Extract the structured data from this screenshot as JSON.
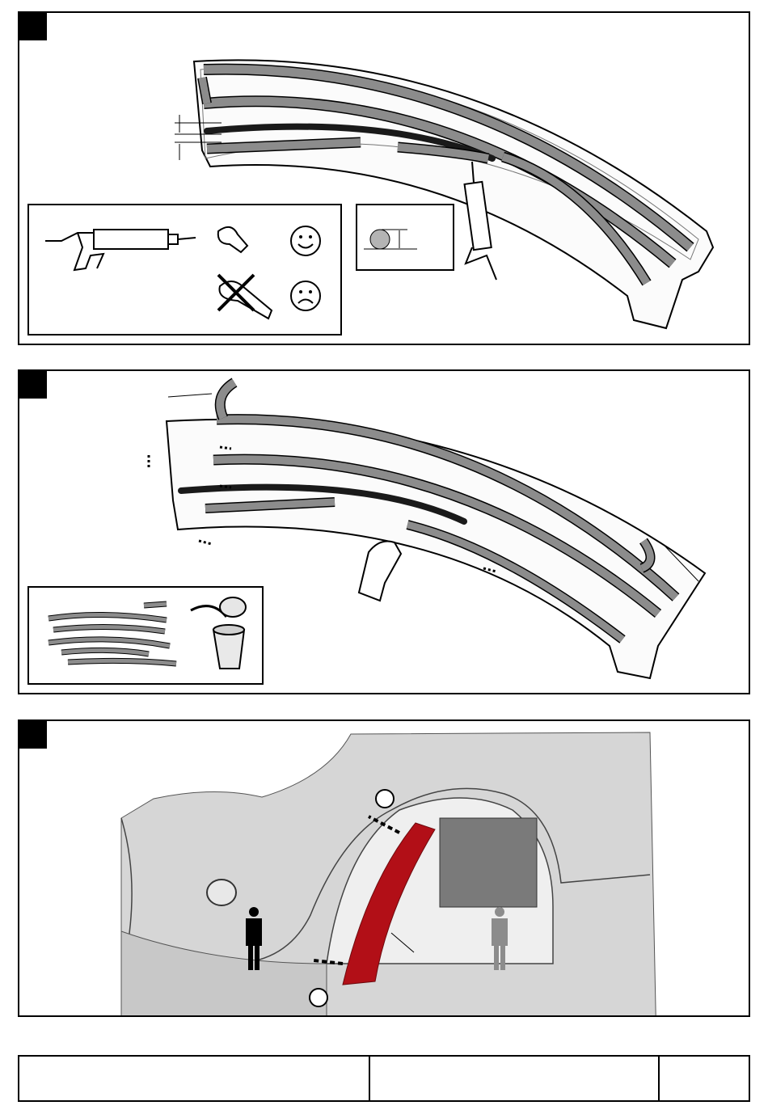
{
  "document": {
    "panels": [
      {
        "id": "step-1",
        "marker_color": "#000000"
      },
      {
        "id": "step-2",
        "marker_color": "#000000"
      },
      {
        "id": "step-3",
        "marker_color": "#000000"
      }
    ],
    "colors": {
      "strip_gray": "#8c8c8c",
      "trim_red": "#b20f17",
      "body_gray": "#d6d6d6",
      "outline": "#000000"
    },
    "icons": [
      "caulking-gun-icon",
      "nozzle-icon",
      "smiley-happy-icon",
      "smiley-sad-icon",
      "bead-profile-icon",
      "dispose-strips-icon",
      "trash-bin-icon",
      "hand-icon",
      "person-icon"
    ],
    "footer": {
      "cell_1": "",
      "cell_2": "",
      "cell_3": ""
    }
  }
}
